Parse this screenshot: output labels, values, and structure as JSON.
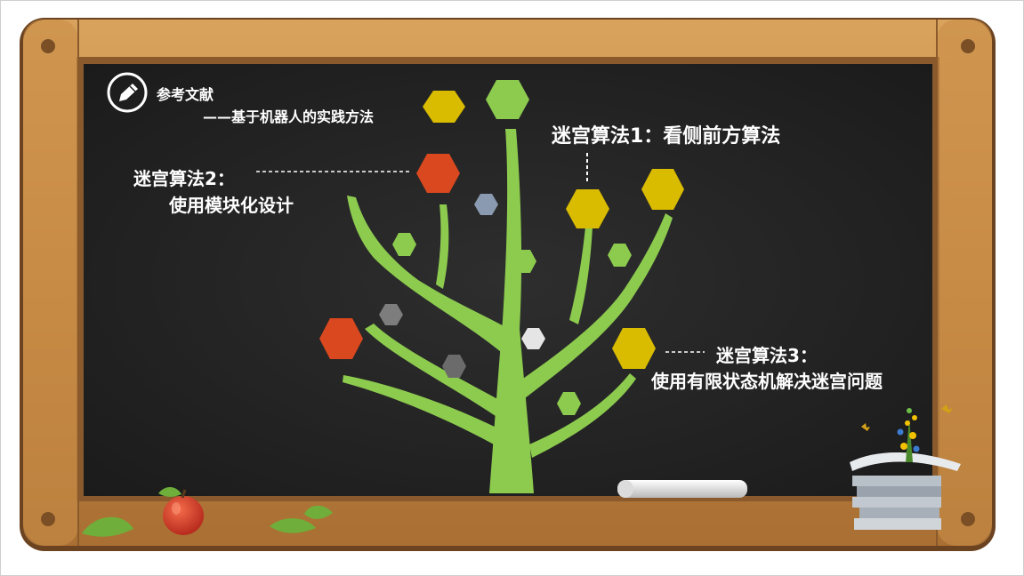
{
  "reference": {
    "title": "参考文献",
    "subtitle": "——基于机器人的实践方法",
    "icon": "pencil-icon"
  },
  "algorithms": {
    "algo1": "迷宫算法1：看侧前方算法",
    "algo2_line1": "迷宫算法2：",
    "algo2_line2": "使用模块化设计",
    "algo3_line1": "迷宫算法3：",
    "algo3_line2": "使用有限状态机解决迷宫问题"
  },
  "colors": {
    "board": "#262626",
    "frame": "#c98e48",
    "tree": "#8dcb4f",
    "hex_yellow": "#d9bb00",
    "hex_red": "#d9481e",
    "hex_green": "#8dcb4f",
    "hex_gray": "#7d7d7d",
    "hex_blue": "#8a9ab0",
    "hex_white": "#e5e5e5"
  }
}
